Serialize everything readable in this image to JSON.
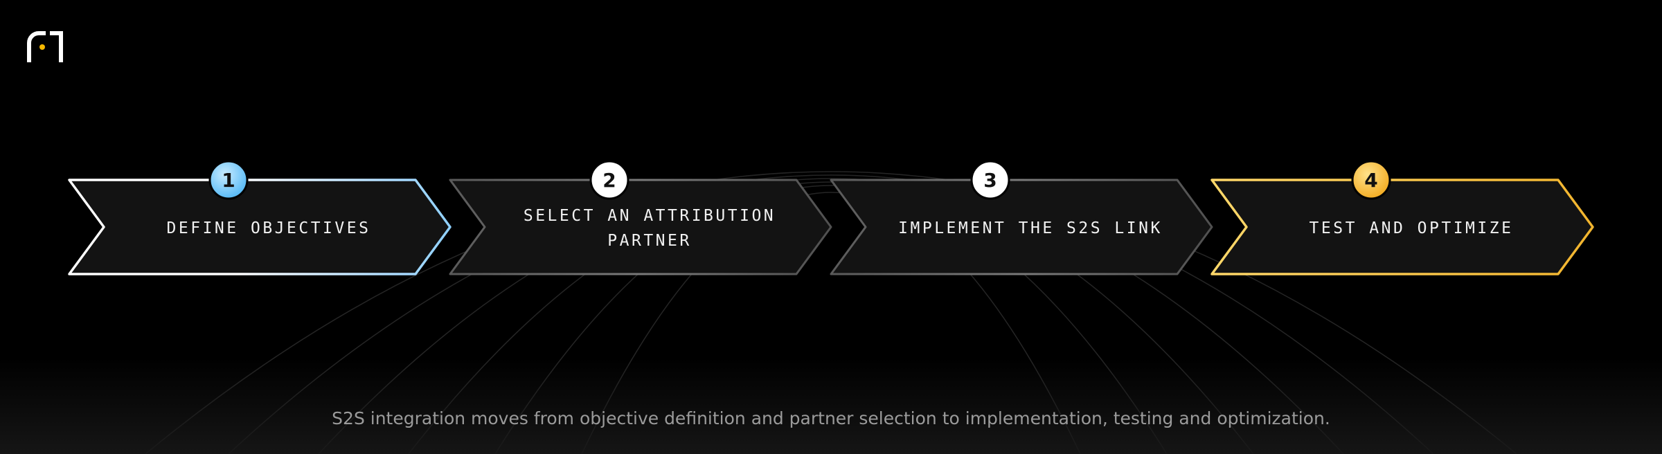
{
  "brand": {
    "logo_icon": "brand-logo-icon",
    "accent_dot": "#f5b800"
  },
  "colors": {
    "background": "#000000",
    "card_fill": "#131313",
    "step1_border": "#a9dcff",
    "step1_badge": "#6fc6ff",
    "neutral_border": "#6c6c6c",
    "step4_border": "#f5c04a",
    "step4_badge": "#f5b733",
    "badge_white": "#ffffff"
  },
  "steps": [
    {
      "number": "1",
      "lines": [
        "DEFINE OBJECTIVES"
      ],
      "state": "active-blue"
    },
    {
      "number": "2",
      "lines": [
        "SELECT AN ATTRIBUTION",
        "PARTNER"
      ],
      "state": "neutral"
    },
    {
      "number": "3",
      "lines": [
        "IMPLEMENT THE S2S LINK"
      ],
      "state": "neutral"
    },
    {
      "number": "4",
      "lines": [
        "TEST AND OPTIMIZE"
      ],
      "state": "active-yellow"
    }
  ],
  "caption": "S2S integration moves from objective definition and partner selection to implementation, testing and optimization."
}
